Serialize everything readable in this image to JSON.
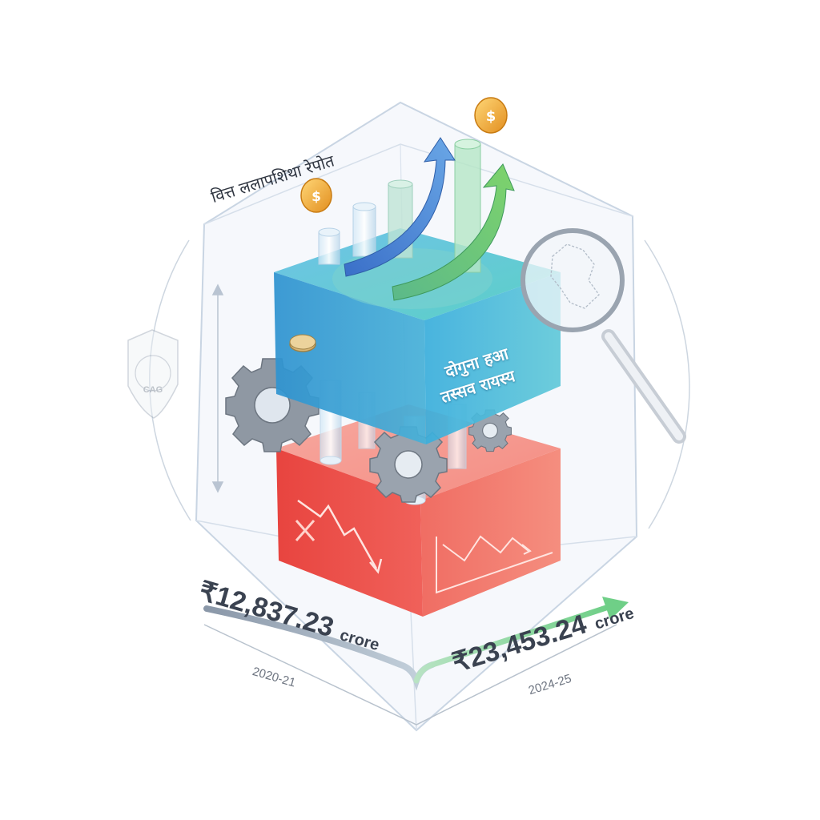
{
  "title": "वित्त ललापशिथा रेपोत",
  "center_label": {
    "line1": "दोगुना हआ",
    "line2": "तस्सव रायस्य"
  },
  "seal": {
    "text": "CAG"
  },
  "values": {
    "start": {
      "amount": "₹12,837.23",
      "unit": "crore",
      "year": "2020-21"
    },
    "end": {
      "amount": "₹23,453.24",
      "unit": "crore",
      "year": "2024-25"
    }
  },
  "icons": [
    "coin-icon",
    "rupee-coin-icon",
    "gear-icon",
    "magnifier-icon",
    "map-icon",
    "shield-icon",
    "arrow-up-icon",
    "arrow-down-icon"
  ],
  "colors": {
    "blue_block": "#3fa2d6",
    "red_block": "#ef5a52",
    "green_arrow": "#66c27a",
    "blue_arrow": "#4a7fd0",
    "coin": "#f0a531",
    "glass": "#dfe8f3"
  }
}
